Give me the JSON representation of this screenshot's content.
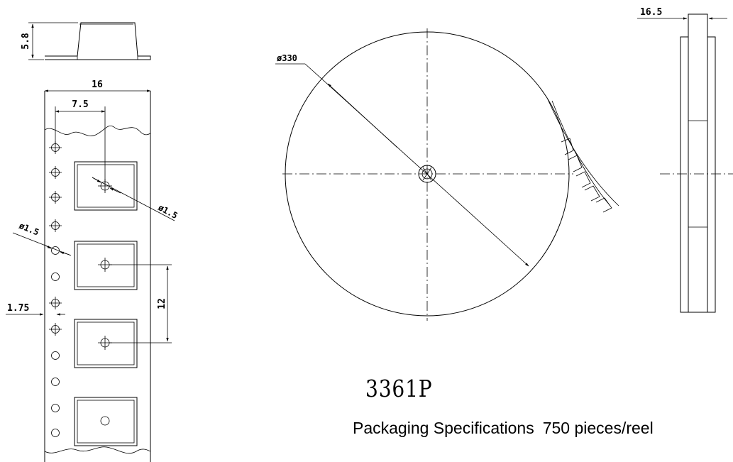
{
  "part_number": "3361P",
  "packaging": {
    "label": "Packaging Specifications",
    "quantity": "750 pieces/reel"
  },
  "dimensions": {
    "component_height": "5.8",
    "tape_width": "16",
    "hole_to_pocket_center": "7.5",
    "pocket_hole_diameter": "ø1.5",
    "sprocket_hole_diameter": "ø1.5",
    "pocket_pitch": "12",
    "hole_to_edge": "1.75",
    "reel_diameter": "ø330",
    "reel_width": "16.5"
  }
}
